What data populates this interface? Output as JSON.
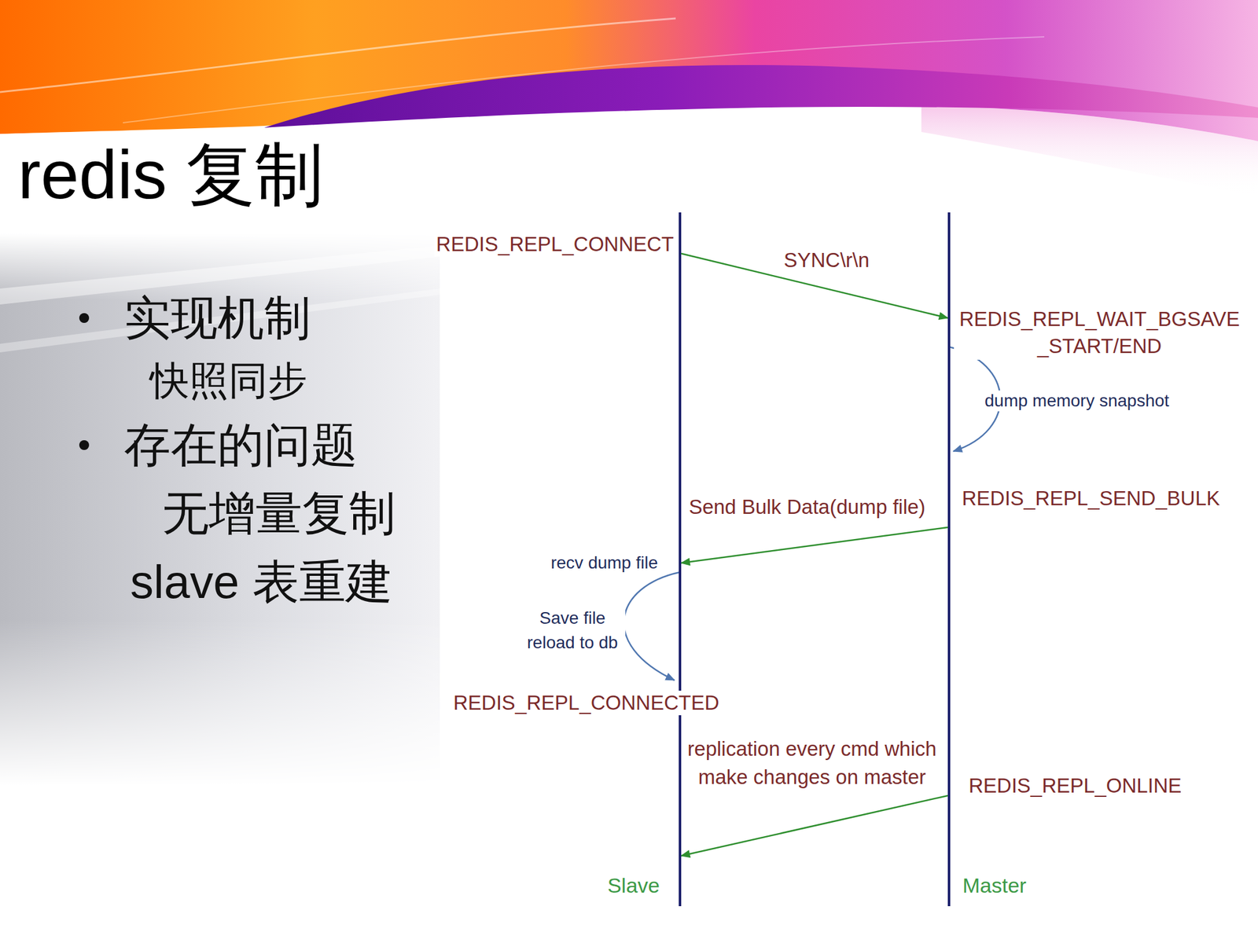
{
  "diagram": {
    "title": "redis 复制",
    "nodes": [
      {
        "text": [
          "Slave"
        ]
      },
      {
        "text": [
          "Master"
        ]
      }
    ],
    "edges": [
      {
        "from": 0,
        "to": 1,
        "label": "SYNC\\r\\n",
        "arrow": "to"
      },
      {
        "from": 1,
        "to": 0,
        "label": "Send Bulk Data(dump file)",
        "arrow": "to"
      },
      {
        "from": 1,
        "to": 0,
        "label": "replication every cmd which make changes on master",
        "arrow": "to"
      }
    ],
    "labels": [
      "实现机制",
      "快照同步",
      "存在的问题",
      "无增量复制",
      "slave 表重建",
      "REDIS_REPL_CONNECT",
      "REDIS_REPL_WAIT_BGSAVE _START/END",
      "dump memory snapshot",
      "REDIS_REPL_SEND_BULK",
      "recv dump file",
      "Save file reload to db",
      "REDIS_REPL_CONNECTED",
      "REDIS_REPL_ONLINE"
    ]
  }
}
